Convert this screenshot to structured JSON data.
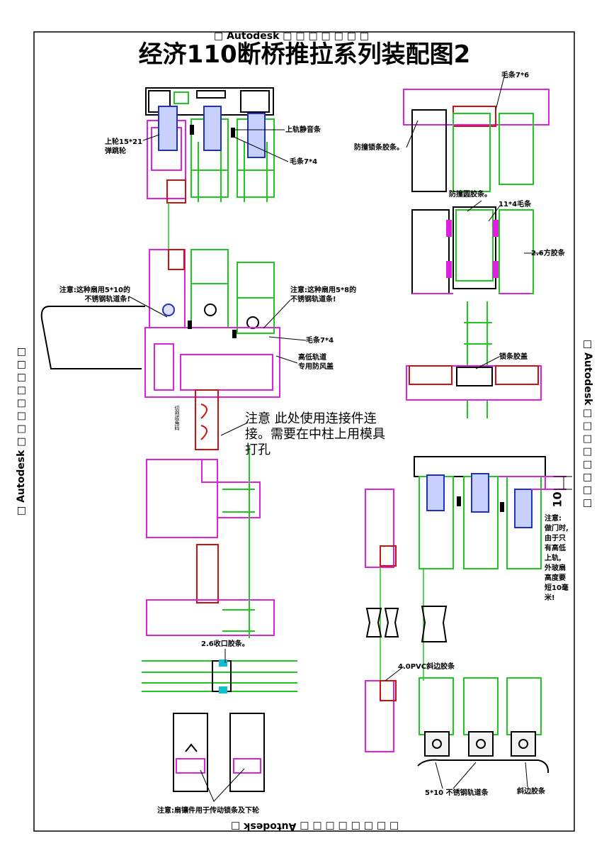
{
  "title": "经济110断桥推拉系列装配图2",
  "watermarks": {
    "top": "□ Autodesk □ □ □ □ □ □ □",
    "bottom": "□ □ □ □ □ □ □ □ Autodesk □",
    "left": "□ Autodesk □ □ □ □ □ □ □ □",
    "right": "□ Autodesk □ □ □ □ □ □ □ □"
  },
  "labels": {
    "top_wheel": "上轮15*21\n弹跳轮",
    "upper_rail_seal": "上轨静音条",
    "brush_7x4_a": "毛条7*4",
    "brush_7x6": "毛条7*6",
    "anti_collision_lock": "防撞锁条胶条。",
    "anti_collision_round": "防撞圆胶条。",
    "brush_11x4": "11*4毛条",
    "square_seal_2_6": "2.6方胶条",
    "note_510": "注意:这种扇用5*10的\n不锈钢轨道条!",
    "note_58": "注意:这种扇用5*8的\n不锈钢轨道条!",
    "brush_7x4_b": "毛条7*4",
    "wind_cover": "高低轨道\n专用防风盖",
    "lock_cover": "锁条胶盖",
    "corner_label": "切割成角码",
    "note_connector": "注意  此处使用连接件连接。需要在中柱上用模具打孔",
    "dim_10": "10",
    "note_door": "注意:\n做门时,\n由于只\n有高低\n上轨,\n外玻扇\n高度要\n短10毫\n米!",
    "closing_seal": "2.6收口胶条。",
    "pvc_seal": "4.0PVC斜边胶条",
    "steel_rail": "5*10 不锈钢轨道条",
    "bevel_seal": "斜边胶条",
    "note_bottom": "注意:扇镶件用于传动锁条及下轮"
  },
  "colors": {
    "frame": "#e020e0",
    "glass": "#1ec81e",
    "seal": "#d01010",
    "wheel": "#2030c0",
    "cyan": "#10c0d0",
    "line": "#000000"
  }
}
